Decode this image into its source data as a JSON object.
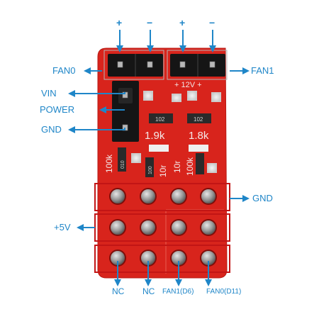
{
  "colors": {
    "accent": "#1f86c8",
    "board": "#d8241c",
    "outline": "#c21515",
    "header": "#141414",
    "pin": "#9a9a9a"
  },
  "top_polarity": [
    "+",
    "−",
    "+",
    "−"
  ],
  "fan_labels": {
    "fan0": "FAN0",
    "fan1": "FAN1"
  },
  "power_labels": {
    "vin": "VIN",
    "power": "POWER",
    "gnd": "GND"
  },
  "right_labels": {
    "gnd": "GND"
  },
  "left_labels": {
    "plus5v": "+5V"
  },
  "bottom_labels": [
    "NC",
    "NC",
    "FAN1(D6)",
    "FAN0(D11)"
  ],
  "silkscreen": {
    "voltage": "+ 12V +",
    "r1": "1.9k",
    "r2": "1.8k",
    "r3": "100k",
    "r4": "10r",
    "r5": "10r",
    "r6": "100k",
    "c1": "102",
    "c2": "102",
    "c3": "010",
    "c4": "100"
  }
}
